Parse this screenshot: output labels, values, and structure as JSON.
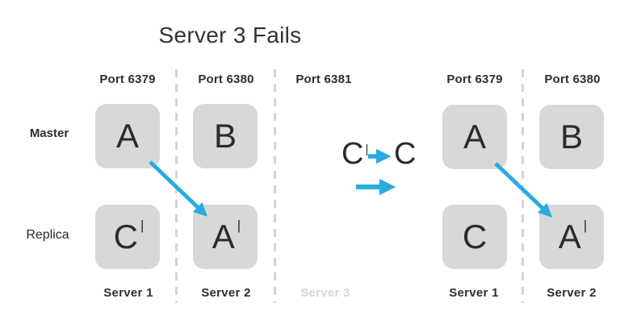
{
  "title": "Server 3 Fails",
  "colors": {
    "accent_blue": "#29abe2",
    "box_gray": "#d8d8d8",
    "text_dark": "#2e2e2e",
    "faded_gray": "#d5d5d8"
  },
  "row_labels": {
    "master": "Master",
    "replica": "Replica"
  },
  "before": {
    "ports": [
      "Port 6379",
      "Port 6380",
      "Port 6381"
    ],
    "nodes": {
      "master": [
        {
          "letter": "A",
          "prime": ""
        },
        {
          "letter": "B",
          "prime": ""
        }
      ],
      "replica": [
        {
          "letter": "C",
          "prime": "|"
        },
        {
          "letter": "A",
          "prime": "|"
        }
      ]
    },
    "servers": [
      "Server 1",
      "Server 2",
      "Server 3"
    ],
    "failed_server": "Server 3"
  },
  "transition": {
    "from_letter": "C",
    "from_prime": "|",
    "to_letter": "C"
  },
  "after": {
    "ports": [
      "Port 6379",
      "Port 6380"
    ],
    "nodes": {
      "master": [
        {
          "letter": "A",
          "prime": ""
        },
        {
          "letter": "B",
          "prime": ""
        }
      ],
      "replica": [
        {
          "letter": "C",
          "prime": ""
        },
        {
          "letter": "A",
          "prime": "|"
        }
      ]
    },
    "servers": [
      "Server 1",
      "Server 2"
    ]
  }
}
